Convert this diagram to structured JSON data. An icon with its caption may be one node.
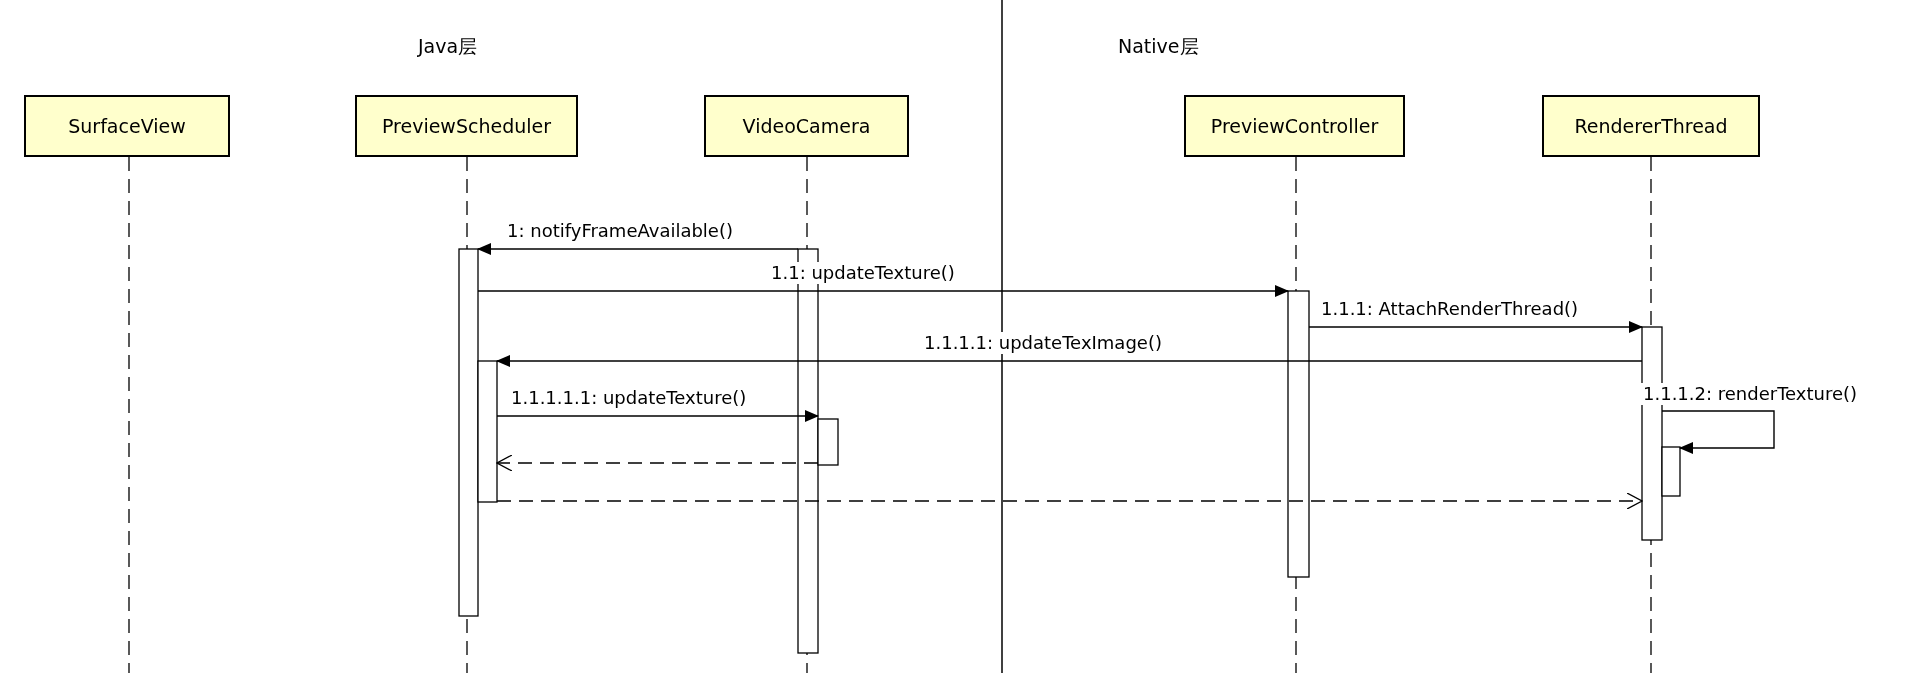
{
  "diagram": {
    "nodes": [
      {
        "text": [
          "SurfaceView"
        ]
      },
      {
        "text": [
          "PreviewScheduler"
        ]
      },
      {
        "text": [
          "VideoCamera"
        ]
      },
      {
        "text": [
          "PreviewController"
        ]
      },
      {
        "text": [
          "RendererThread"
        ]
      },
      {
        "text": [],
        "shape": "bar"
      },
      {
        "text": [],
        "shape": "bar"
      },
      {
        "text": [],
        "shape": "bar"
      },
      {
        "text": [],
        "shape": "bar"
      },
      {
        "text": [],
        "shape": "bar"
      },
      {
        "text": [],
        "shape": "bar"
      },
      {
        "text": [],
        "shape": "bar"
      }
    ],
    "edges": [
      {
        "from": 7,
        "to": 5,
        "arrow": "to",
        "label": "1: notifyFrameAvailable()"
      },
      {
        "from": 5,
        "to": 9,
        "arrow": "to",
        "label": "1.1: updateTexture()"
      },
      {
        "from": 9,
        "to": 10,
        "arrow": "to",
        "label": "1.1.1: AttachRenderThread()"
      },
      {
        "from": 10,
        "to": 6,
        "arrow": "to",
        "label": "1.1.1.1: updateTexImage()"
      },
      {
        "from": 6,
        "to": 8,
        "arrow": "to",
        "label": "1.1.1.1.1: updateTexture()"
      },
      {
        "from": 8,
        "to": 6,
        "arrow": "to",
        "style": "dashed"
      },
      {
        "from": 10,
        "to": 11,
        "arrow": "to",
        "label": "1.1.1.2: renderTexture()"
      },
      {
        "from": 6,
        "to": 10,
        "arrow": "to",
        "style": "dashed"
      }
    ],
    "labels": [
      "Java层",
      "Native层"
    ]
  }
}
